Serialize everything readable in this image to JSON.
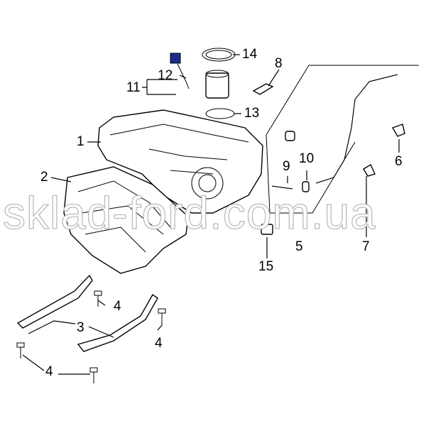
{
  "diagram": {
    "callouts": [
      "1",
      "2",
      "3",
      "4",
      "4",
      "4",
      "5",
      "6",
      "7",
      "8",
      "9",
      "10",
      "11",
      "12",
      "13",
      "14",
      "15"
    ],
    "watermark": "sklad-ford.com.ua",
    "accent_color": "#1a2a8a"
  }
}
